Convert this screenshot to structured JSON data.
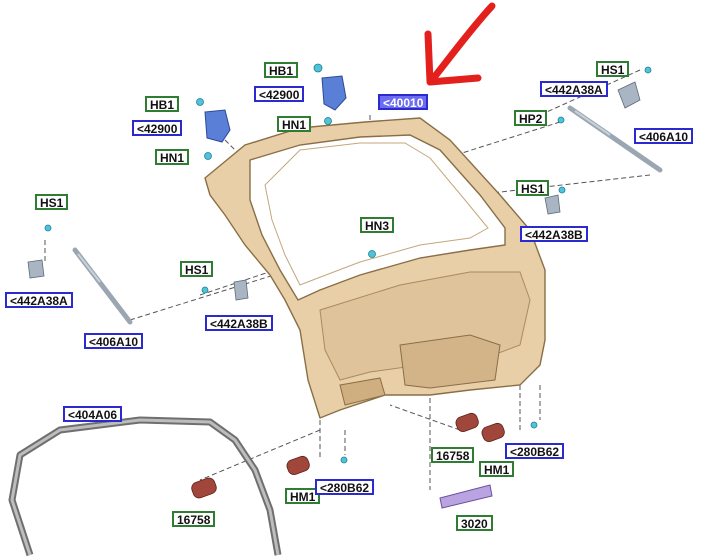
{
  "diagram": {
    "title": "Liftgate (tailgate) exploded parts diagram",
    "highlighted_part": "<40010",
    "annotation": {
      "type": "arrow",
      "color": "#e3201b",
      "points_to": "<40010"
    },
    "colors": {
      "green_label_border": "#2e7d32",
      "blue_label_border": "#2a2ad0",
      "highlight_fill": "#6c6cf2",
      "panel_fill": "#e8cfa8",
      "arrow_red": "#e3201b"
    },
    "labels": {
      "hb1_top": "HB1",
      "p42900_top": "<42900",
      "hn1_top": "HN1",
      "p40010": "<40010",
      "hb1_left": "HB1",
      "p42900_left": "<42900",
      "hn1_left": "HN1",
      "hs1_right_top": "HS1",
      "p442a38a_right": "<442A38A",
      "hp2": "HP2",
      "p406a10_right": "<406A10",
      "hs1_right_mid": "HS1",
      "p442a38b_right": "<442A38B",
      "hs1_left_top": "HS1",
      "p442a38a_left": "<442A38A",
      "p406a10_left": "<406A10",
      "hn3": "HN3",
      "hs1_left_mid": "HS1",
      "p442a38b_left": "<442A38B",
      "p404a06": "<404A06",
      "p16758_left": "16758",
      "hm1_left": "HM1",
      "p280b62_left": "<280B62",
      "p16758_right": "16758",
      "hm1_right": "HM1",
      "p280b62_right": "<280B62",
      "p3020": "3020"
    }
  }
}
